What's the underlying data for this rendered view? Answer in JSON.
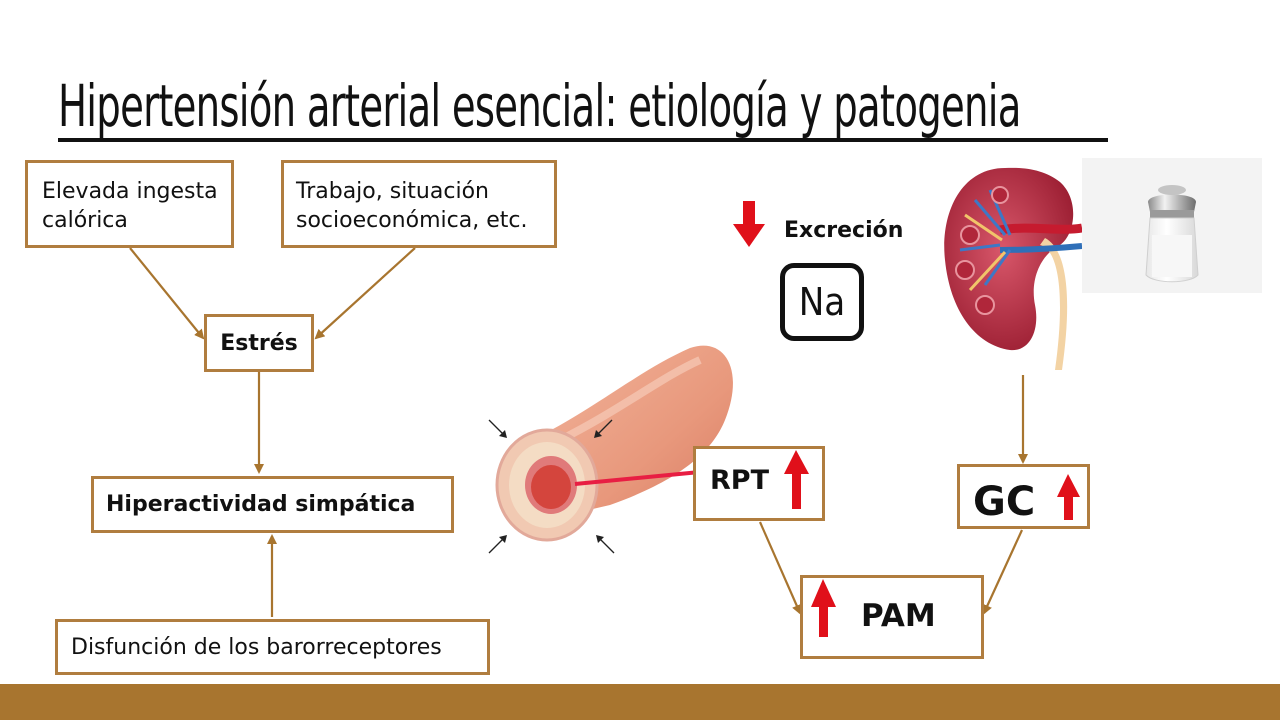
{
  "slide": {
    "title": "Hipertensión arterial esencial: etiología y patogenia"
  },
  "boxes": {
    "ingesta": "Elevada ingesta calórica",
    "ingesta_l1": "Elevada ingesta",
    "ingesta_l2": "calórica",
    "trabajo_l1": "Trabajo, situación",
    "trabajo_l2": "socioeconómica, etc.",
    "estres": "Estrés",
    "hiperactividad": "Hiperactividad simpática",
    "disfuncion": "Disfunción de los barorreceptores",
    "rpt": "RPT",
    "gc": "GC",
    "pam": "PAM"
  },
  "excrecion": {
    "label": "Excreción",
    "ion": "Na"
  },
  "colors": {
    "box_border": "#b07d3f",
    "arrow": "#a8752f",
    "up_arrow": "#e0101a",
    "bottom_bar": "#a8752f"
  },
  "images": {
    "artery": "artery-cross-section-illustration",
    "kidney": "kidney-illustration",
    "salt": "salt-shaker-photo"
  }
}
